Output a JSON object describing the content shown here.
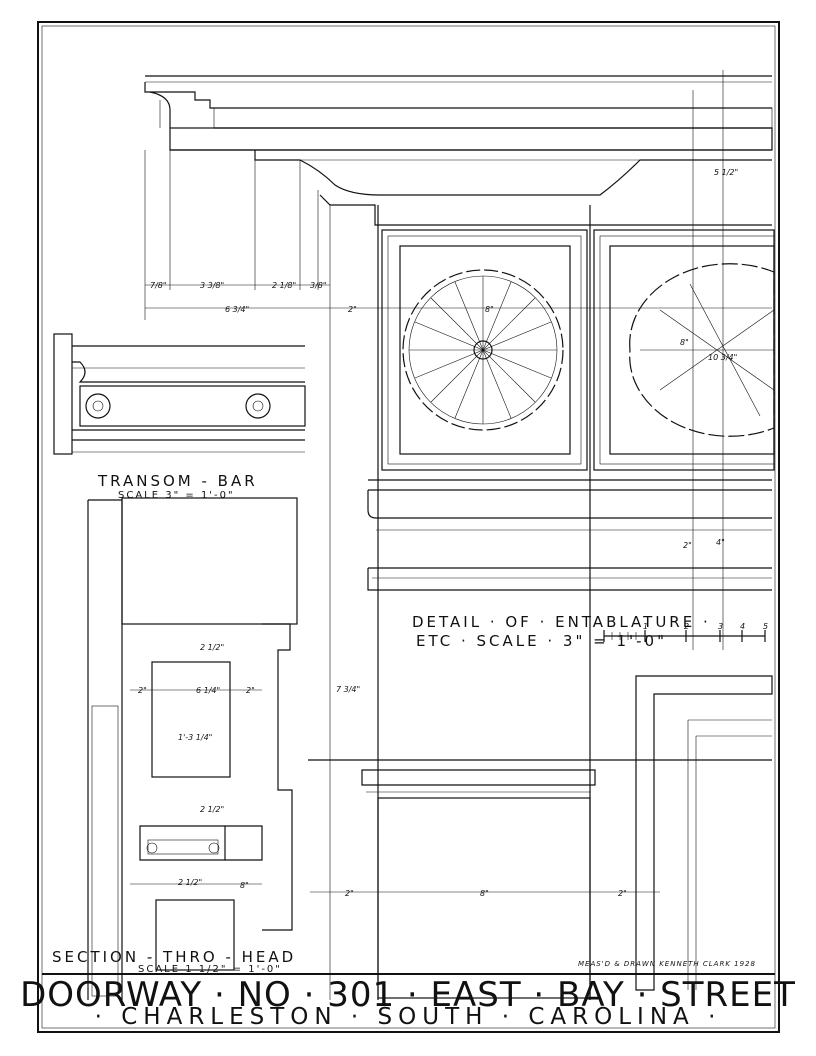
{
  "title": {
    "line1": "DOORWAY · NO · 301 · EAST · BAY · STREET",
    "line2": "· CHARLESTON · SOUTH · CAROLINA ·"
  },
  "captions": {
    "transom_bar": "TRANSOM - BAR",
    "transom_scale": "SCALE 3\" = 1'-0\"",
    "section_head": "SECTION - THRO - HEAD",
    "section_scale": "SCALE 1 1/2\" = 1'-0\"",
    "entablature_line1": "DETAIL · OF · ENTABLATURE ·",
    "entablature_line2": "ETC · SCALE · 3\" = 1'-0\""
  },
  "credit": "MEAS'D & DRAWN KENNETH CLARK 1928",
  "scale_bar": [
    "1",
    "2",
    "3",
    "4",
    "5"
  ],
  "dimensions": {
    "d1": "7/8\"",
    "d2": "3 3/8\"",
    "d3": "2 1/8\"",
    "d4": "3/8\"",
    "d5": "6 3/4\"",
    "d6": "2\"",
    "d7": "8\"",
    "d8": "10 3/4\"",
    "d9": "8\"",
    "d10": "4\"",
    "d11": "2\"",
    "d12": "5 1/2\"",
    "d13": "7 3/4\"",
    "d14": "2\"",
    "d15": "6 1/4\"",
    "d16": "2\"",
    "d17": "1'-3 1/4\"",
    "d18": "2 1/2\"",
    "d19": "2 1/2\"",
    "d20": "8\"",
    "d21": "2\"",
    "d22": "8\"",
    "d23": "2\"",
    "d24": "2 1/2\""
  }
}
